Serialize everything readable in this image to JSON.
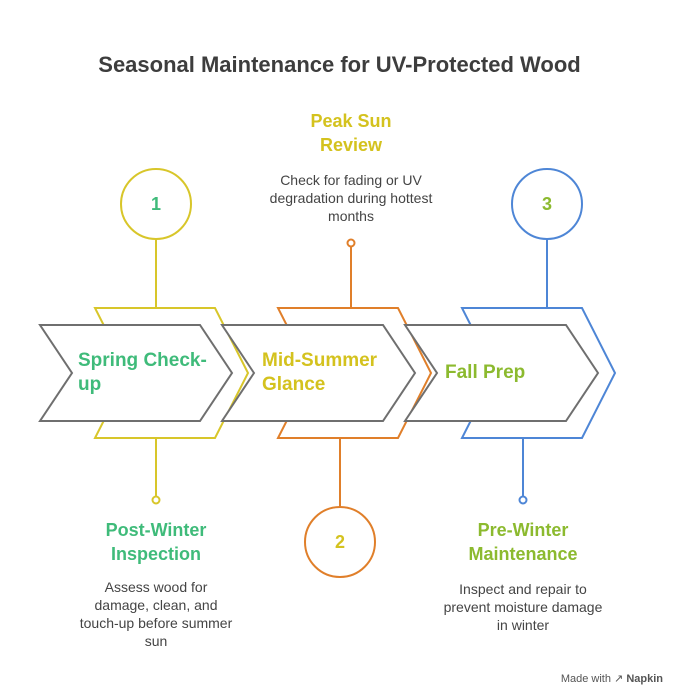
{
  "title": "Seasonal Maintenance for UV-Protected Wood",
  "colors": {
    "stage1": "#d8c62a",
    "stage2": "#e07f2a",
    "stage3": "#4e86d6",
    "arrow_outline": "#6f6f6f",
    "green_text": "#3fbb7a",
    "yellow_text": "#d4c21e",
    "olive_text": "#8cba2f"
  },
  "stages": [
    {
      "number": "1",
      "label": "Spring Check-up",
      "heading": "Post-Winter Inspection",
      "description": "Assess wood for damage, clean, and touch-up before summer sun"
    },
    {
      "number": "2",
      "label": "Mid-Summer Glance",
      "heading": "Peak Sun Review",
      "description": "Check for fading or UV degradation during hottest months"
    },
    {
      "number": "3",
      "label": "Fall Prep",
      "heading": "Pre-Winter Maintenance",
      "description": "Inspect and repair to prevent moisture damage in winter"
    }
  ],
  "footer": {
    "prefix": "Made with",
    "brand": "Napkin"
  }
}
